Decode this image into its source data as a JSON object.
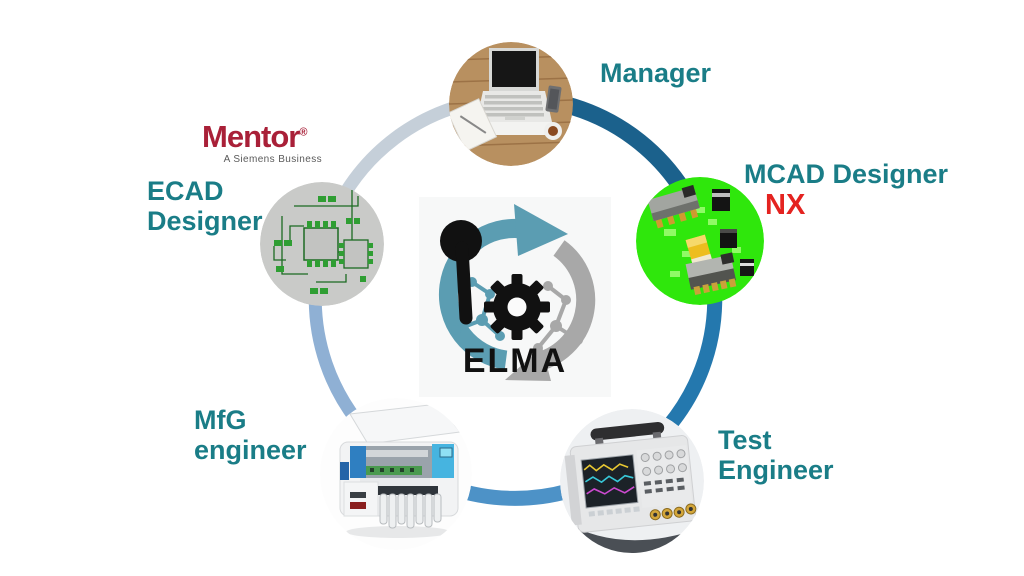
{
  "diagram": {
    "title_center": "ELMA",
    "center_icon": "plm-cycle-gear-pin-icon"
  },
  "nodes": {
    "manager": {
      "label": "Manager",
      "image": "laptop-on-wooden-desk-photo"
    },
    "mcad": {
      "label": "MCAD Designer",
      "tool": "NX",
      "image": "green-pcb-3d-components-render"
    },
    "test": {
      "label": "Test Engineer",
      "image": "oscilloscope-photo"
    },
    "mfg": {
      "label": "MfG engineer",
      "image": "smt-pick-and-place-machine-photo"
    },
    "ecad": {
      "label": "ECAD Designer",
      "image": "pcb-layout-cad-drawing",
      "vendor": {
        "name": "Mentor",
        "reg": "®",
        "tagline": "A Siemens Business"
      }
    }
  },
  "colors": {
    "label_teal": "#1a7d87",
    "nx_red": "#e42320",
    "mentor_red": "#a92038",
    "tagline_gray": "#5a5a5a",
    "elma_black": "#111111",
    "arc_ecad_to_manager": "#c5cfd9",
    "arc_manager_to_mcad": "#1b618c",
    "arc_mcad_to_test": "#2478ae",
    "arc_test_to_mfg": "#4d92c7",
    "arc_mfg_to_ecad": "#8fb0d4",
    "icon_teal": "#5b9db2",
    "icon_gray": "#a8a8a8",
    "mcad_green": "#2fe70c"
  }
}
